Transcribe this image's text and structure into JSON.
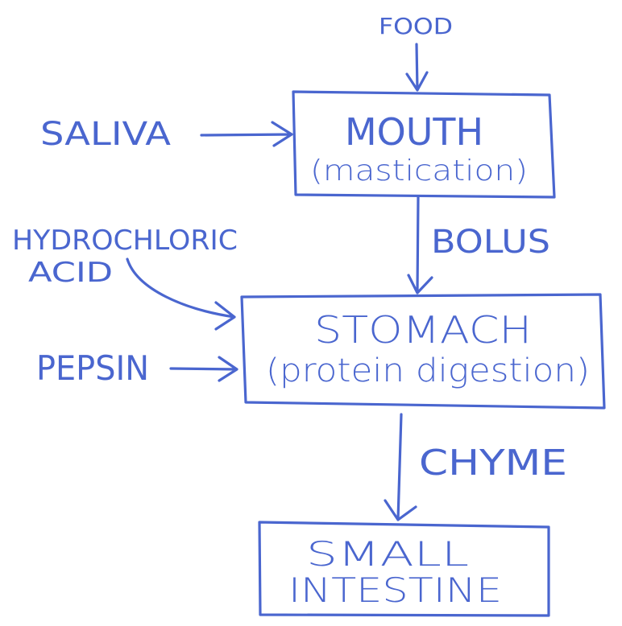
{
  "diagram": {
    "inputs": {
      "food": "FOOD",
      "saliva": "SALIVA",
      "hcl_line1": "HYDROCHLORIC",
      "hcl_line2": "ACID",
      "pepsin": "PEPSIN"
    },
    "nodes": {
      "mouth": {
        "title": "MOUTH",
        "subtitle": "(mastication)"
      },
      "stomach": {
        "title": "STOMACH",
        "subtitle": "(protein digestion)"
      },
      "small_intestine": {
        "line1": "SMALL",
        "line2": "INTESTINE"
      }
    },
    "flows": {
      "bolus": "BOLUS",
      "chyme": "CHYME"
    },
    "colors": {
      "ink": "#4a66cf",
      "background": "#ffffff"
    }
  }
}
